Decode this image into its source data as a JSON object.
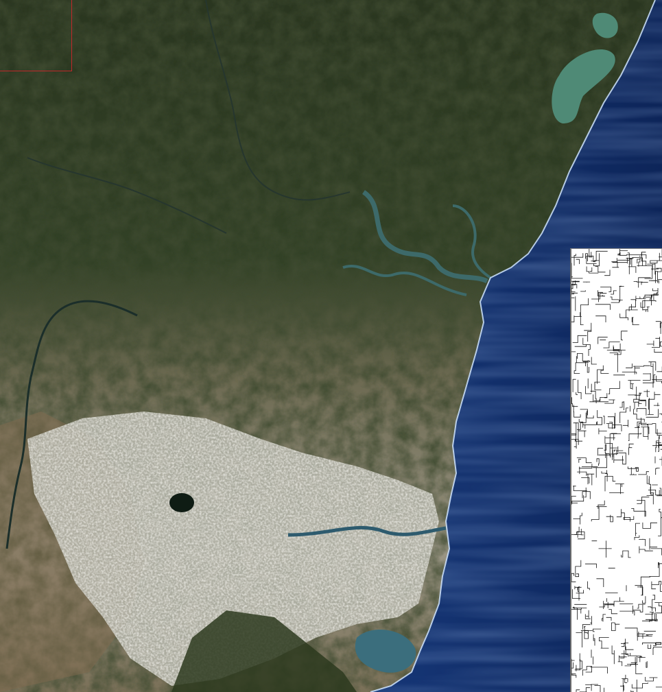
{
  "view": {
    "kind": "satellite-imagery",
    "features": [
      "forest-icon",
      "river-icon",
      "urban-area-icon",
      "coastline-icon",
      "ocean-icon",
      "lagoon-icon",
      "harbour-icon"
    ]
  },
  "colors": {
    "ocean_deep": "#0d2559",
    "ocean_mid": "#1a3f86",
    "ocean_near_shore": "#2b5aa0",
    "surf": "#cfe4ff",
    "forest_dark": "#1e2a14",
    "forest_mid": "#2d3a1f",
    "forest_light": "#3b4a2a",
    "urban": "#b9b8ae",
    "urban_bright": "#d8d8d0",
    "farmland": "#7d6a4e",
    "estuary_water": "#3d6a6a",
    "lagoon": "#4f8a76",
    "river": "#1b2e2a",
    "roi_box": "#c0282a",
    "segmentation_line": "#111111",
    "panel_bg": "#ffffff"
  },
  "overlays": {
    "roi": {
      "type": "selection-rectangle",
      "color_key": "roi_box"
    },
    "segmentation_preview": {
      "type": "boundary-map",
      "color_key": "segmentation_line"
    }
  }
}
